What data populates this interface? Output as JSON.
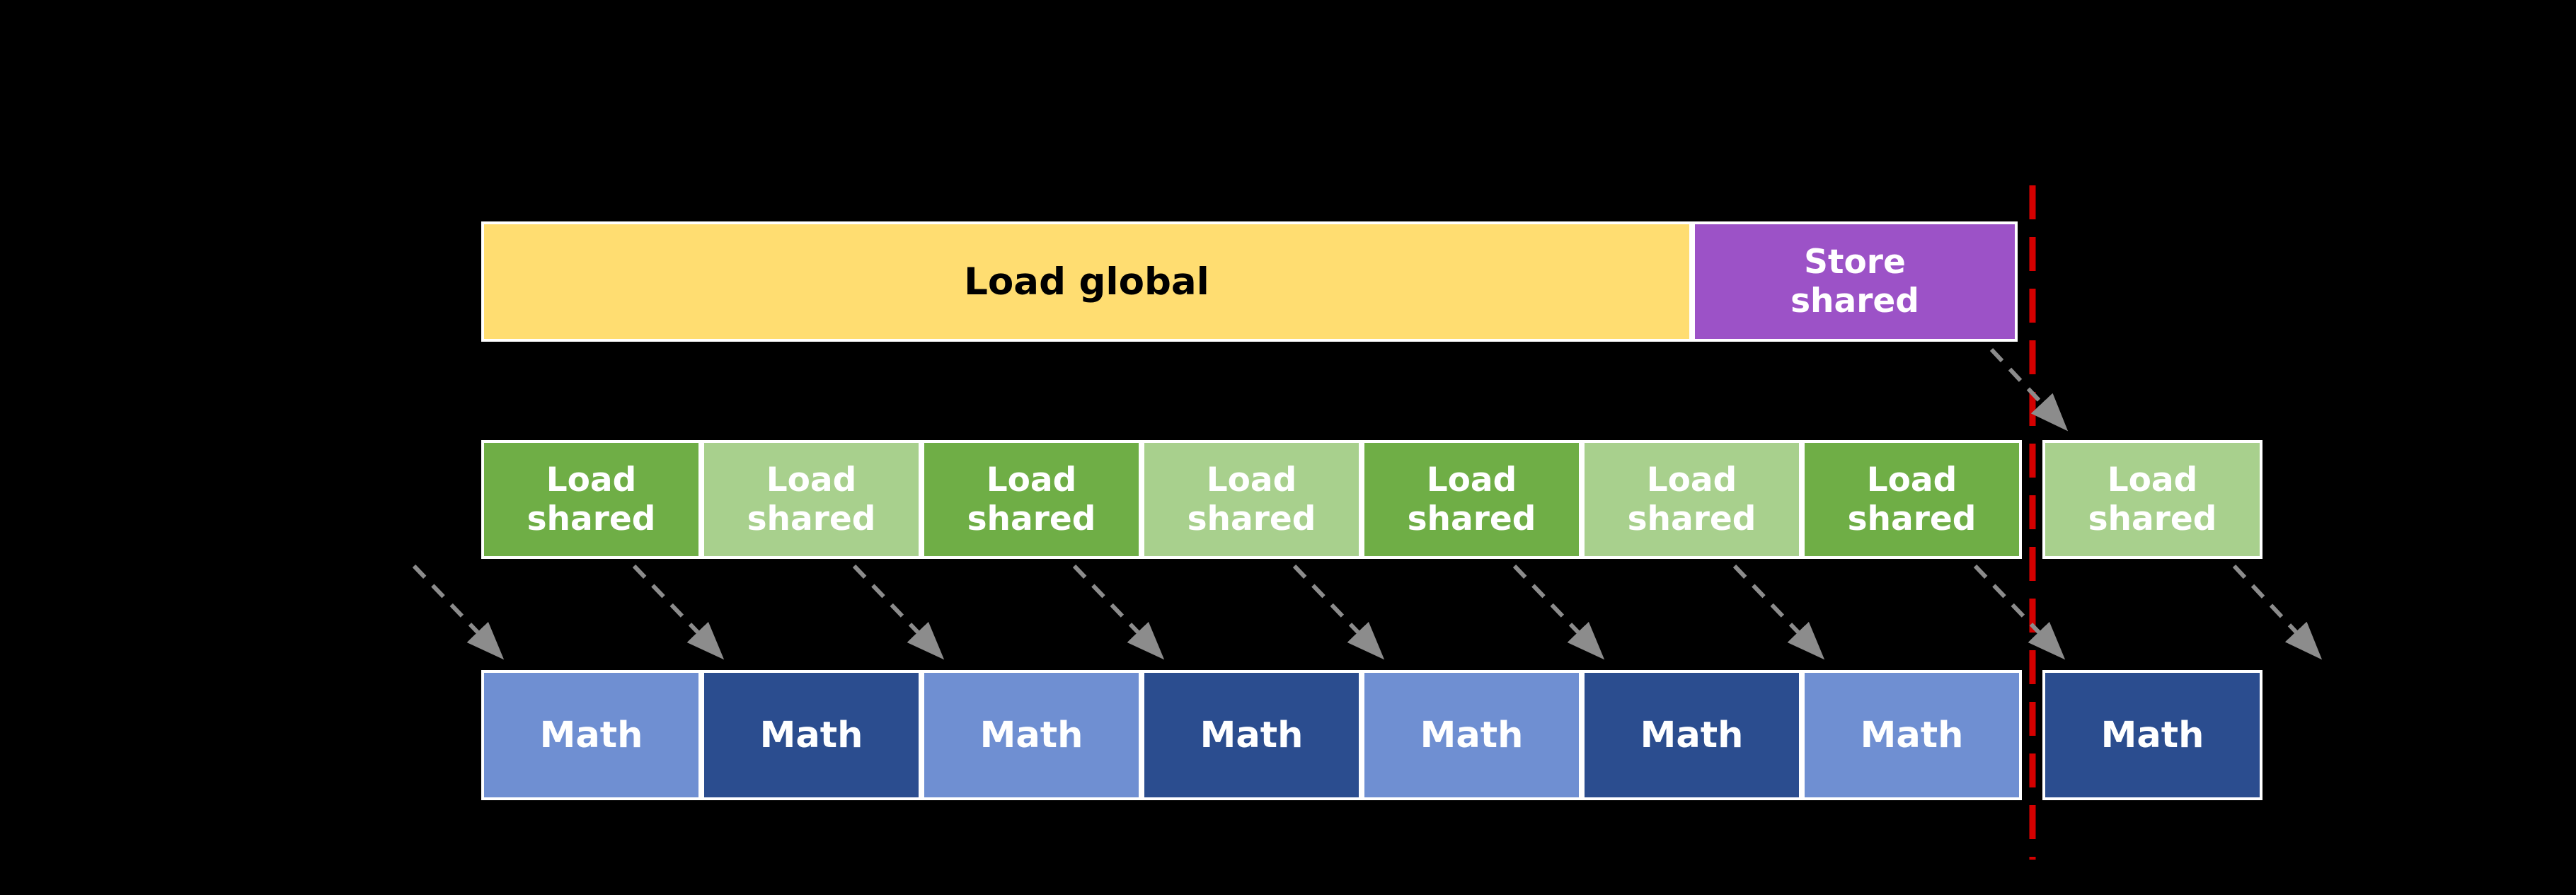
{
  "canvas": {
    "background": "#000000"
  },
  "diagram": {
    "colors": {
      "load_global": "#ffdd71",
      "store_shared": "#9c52c7",
      "load_shared_dark": "#6fae46",
      "load_shared_light": "#a8d08d",
      "math_light": "#6f8fd2",
      "math_dark": "#2b4d8f",
      "barrier_line": "#d40000",
      "arrow": "#8c8c8c",
      "box_border": "#ffffff"
    },
    "top_row": {
      "load_global": {
        "label": "Load global"
      },
      "store_shared": {
        "lines": [
          "Store",
          "shared"
        ]
      }
    },
    "load_shared_boxes": [
      {
        "lines": [
          "Load",
          "shared"
        ],
        "shade": "dark"
      },
      {
        "lines": [
          "Load",
          "shared"
        ],
        "shade": "light"
      },
      {
        "lines": [
          "Load",
          "shared"
        ],
        "shade": "dark"
      },
      {
        "lines": [
          "Load",
          "shared"
        ],
        "shade": "light"
      },
      {
        "lines": [
          "Load",
          "shared"
        ],
        "shade": "dark"
      },
      {
        "lines": [
          "Load",
          "shared"
        ],
        "shade": "light"
      },
      {
        "lines": [
          "Load",
          "shared"
        ],
        "shade": "dark"
      },
      {
        "lines": [
          "Load",
          "shared"
        ],
        "shade": "light"
      }
    ],
    "math_boxes": [
      {
        "label": "Math",
        "shade": "light"
      },
      {
        "label": "Math",
        "shade": "dark"
      },
      {
        "label": "Math",
        "shade": "light"
      },
      {
        "label": "Math",
        "shade": "dark"
      },
      {
        "label": "Math",
        "shade": "light"
      },
      {
        "label": "Math",
        "shade": "dark"
      },
      {
        "label": "Math",
        "shade": "light"
      },
      {
        "label": "Math",
        "shade": "dark"
      }
    ]
  }
}
